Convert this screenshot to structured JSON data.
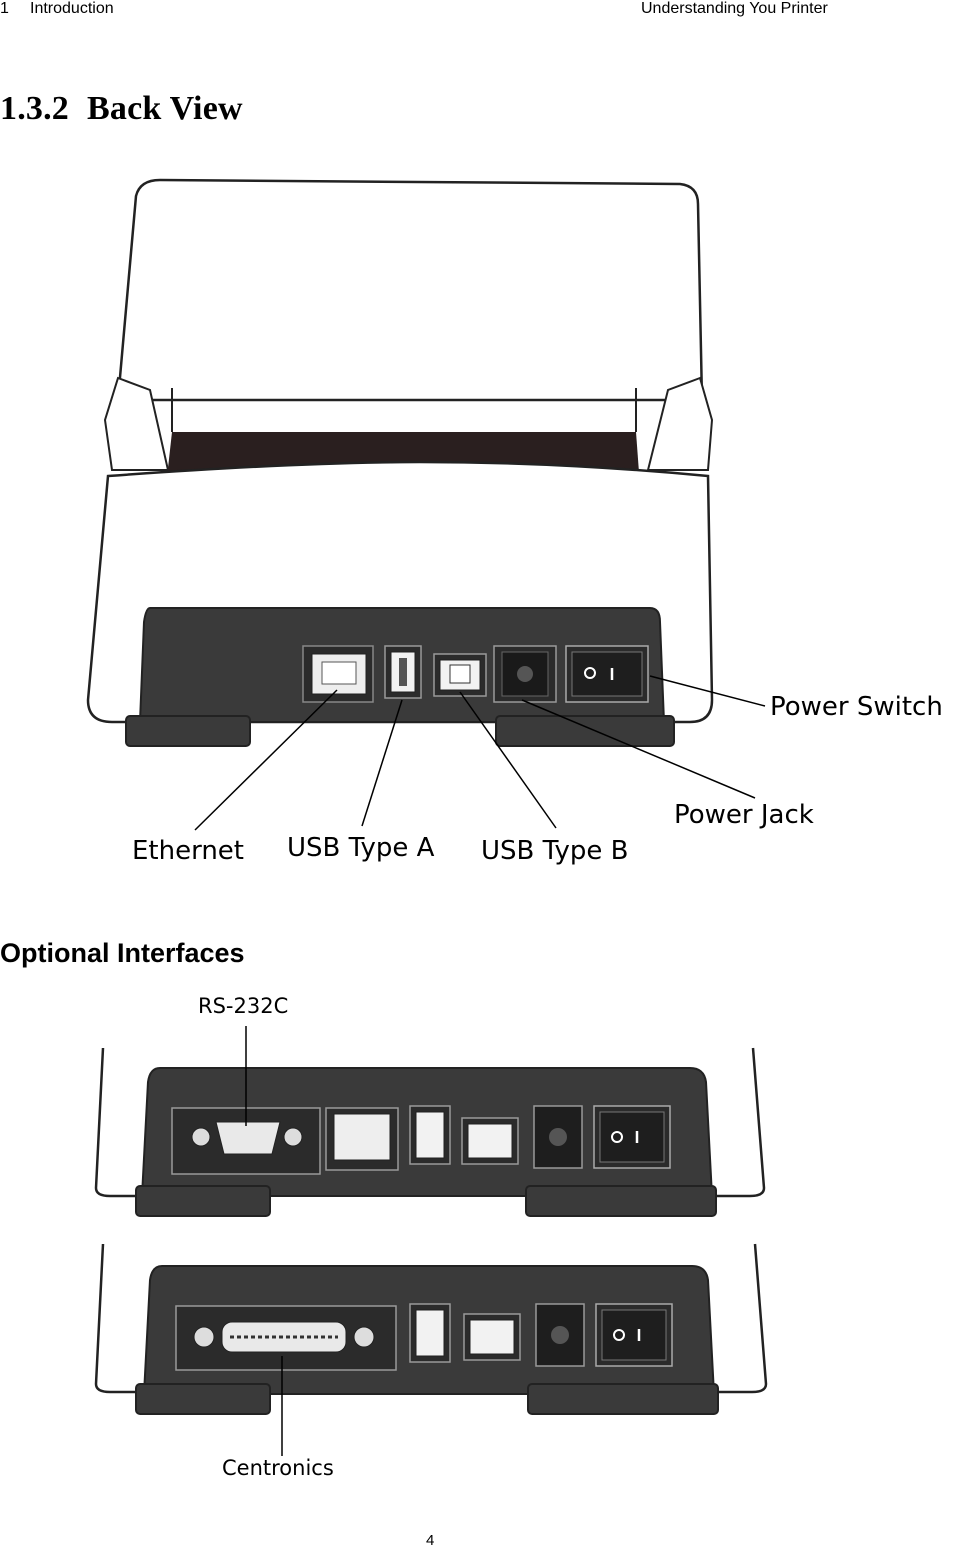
{
  "header": {
    "chapter_number": "1",
    "chapter_title": "Introduction",
    "right_title": "Understanding You Printer"
  },
  "section": {
    "number": "1.3.2",
    "title": "Back View"
  },
  "back_view_callouts": {
    "power_switch": "Power Switch",
    "power_jack": "Power Jack",
    "ethernet": "Ethernet",
    "usb_type_a": "USB Type A",
    "usb_type_b": "USB Type B"
  },
  "optional_interfaces": {
    "title": "Optional Interfaces",
    "rs232c": "RS-232C",
    "centronics": "Centronics"
  },
  "footer": {
    "page_number": "4"
  },
  "colors": {
    "panel": "#3a3a3a",
    "body_outline": "#222222",
    "slot": "#2a1f1f"
  }
}
